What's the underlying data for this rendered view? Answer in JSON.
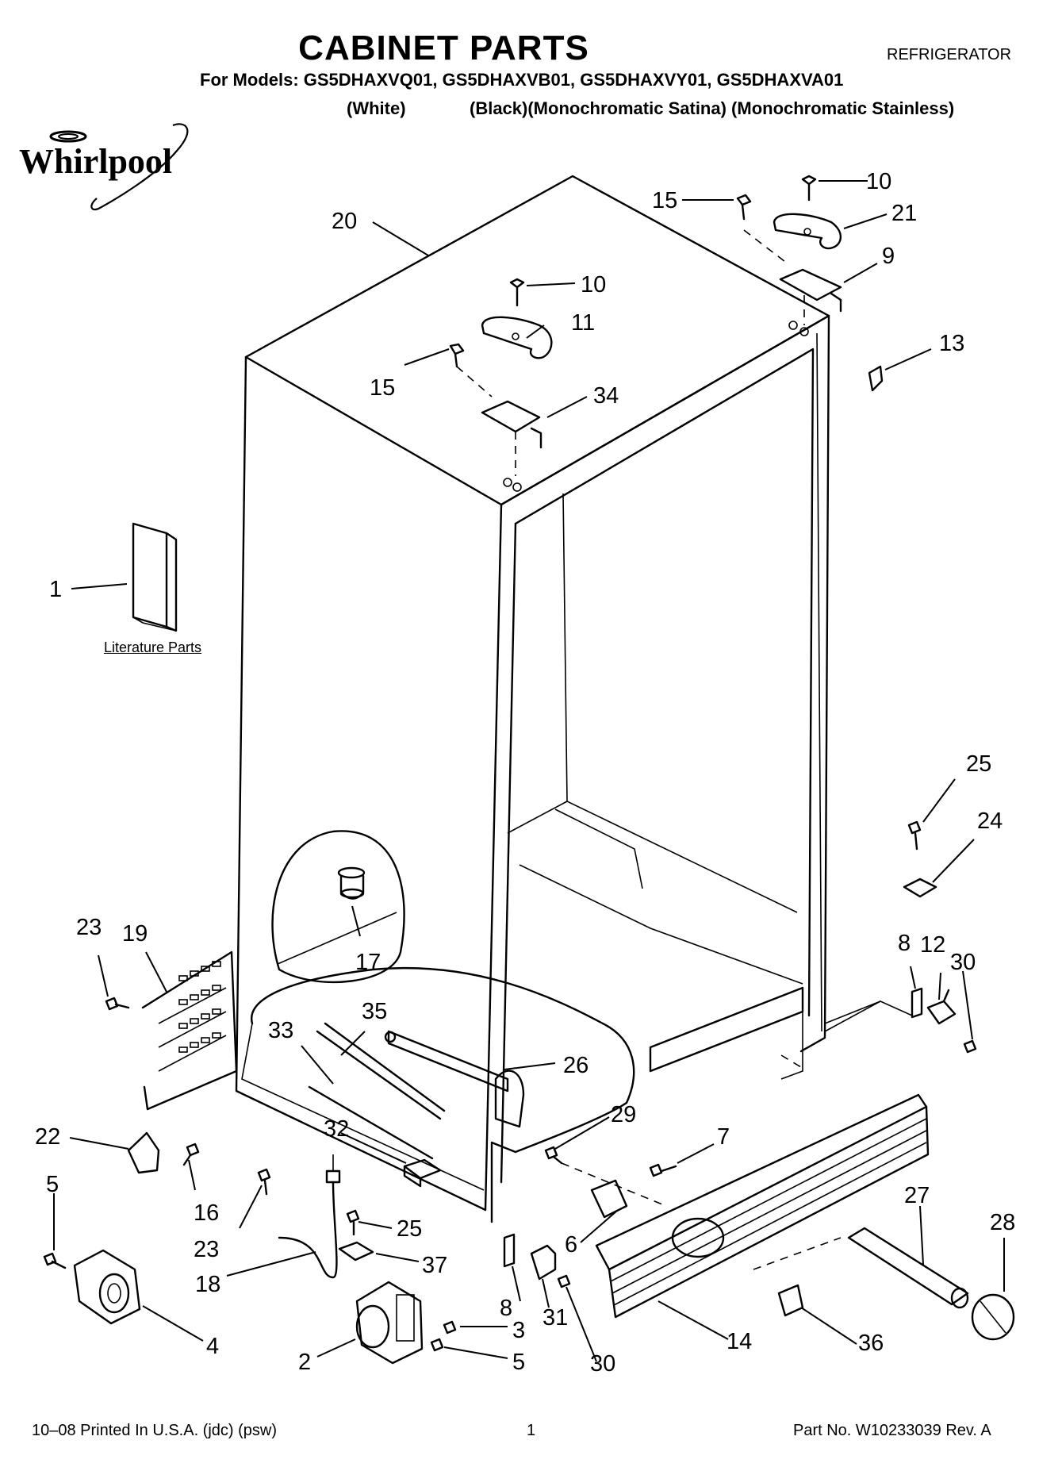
{
  "header": {
    "title": "CABINET PARTS",
    "category": "REFRIGERATOR",
    "models_line": "For Models: GS5DHAXVQ01, GS5DHAXVB01, GS5DHAXVY01, GS5DHAXVA01",
    "color_white": "(White)",
    "colors_rest": "(Black)(Monochromatic Satina) (Monochromatic Stainless)"
  },
  "brand": {
    "logo_text": "Whirlpool",
    "color": "#000000"
  },
  "literature_label": "Literature Parts",
  "callouts": {
    "c1": "1",
    "c2": "2",
    "c3": "3",
    "c4": "4",
    "c5a": "5",
    "c5b": "5",
    "c6": "6",
    "c7": "7",
    "c8a": "8",
    "c8b": "8",
    "c9": "9",
    "c10a": "10",
    "c10b": "10",
    "c11": "11",
    "c12": "12",
    "c13": "13",
    "c14": "14",
    "c15a": "15",
    "c15b": "15",
    "c16": "16",
    "c17": "17",
    "c18": "18",
    "c19": "19",
    "c20": "20",
    "c21": "21",
    "c22": "22",
    "c23a": "23",
    "c23b": "23",
    "c24": "24",
    "c25a": "25",
    "c25b": "25",
    "c26": "26",
    "c27": "27",
    "c28": "28",
    "c29": "29",
    "c30a": "30",
    "c30b": "30",
    "c31": "31",
    "c32": "32",
    "c33": "33",
    "c34": "34",
    "c35": "35",
    "c36": "36",
    "c37": "37"
  },
  "footer": {
    "print_info": "10–08 Printed In U.S.A. (jdc) (psw)",
    "page": "1",
    "part_no": "Part No. W10233039 Rev. A"
  }
}
